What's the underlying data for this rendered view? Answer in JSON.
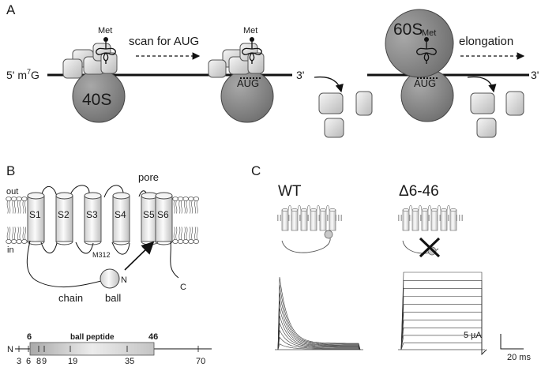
{
  "panel_a": {
    "label": "A",
    "five_prime": "5' m",
    "cap_superscript": "7",
    "cap_g": "G",
    "three_prime_left": "3'",
    "three_prime_right": "3'",
    "small_subunit": "40S",
    "large_subunit": "60S",
    "start_codon_label": "AUG",
    "scan_label": "scan for AUG",
    "elongation_label": "elongation",
    "met_label": "Met"
  },
  "panel_b": {
    "label": "B",
    "segments": [
      "S1",
      "S2",
      "S3",
      "S4",
      "S5",
      "S6"
    ],
    "pore_label": "pore",
    "out_label": "out",
    "in_label": "in",
    "residue_label": "M312",
    "chain_label": "chain",
    "ball_label": "ball",
    "n_terminus": "N",
    "c_terminus": "C",
    "map": {
      "n_label": "N",
      "title": "ball peptide",
      "start_bold": "6",
      "end_bold": "46",
      "ticks": [
        "3",
        "6",
        "8",
        "9",
        "19",
        "35",
        "70"
      ]
    }
  },
  "panel_c": {
    "label": "C",
    "wt_label": "WT",
    "mutant_label": "Δ6-46",
    "scale_current": "5 µA",
    "scale_time": "20 ms"
  },
  "colors": {
    "ribosome": "#8c8c8c",
    "factor_light": "#ececec",
    "factor_dark": "#bdbdbd",
    "line": "#111111"
  }
}
